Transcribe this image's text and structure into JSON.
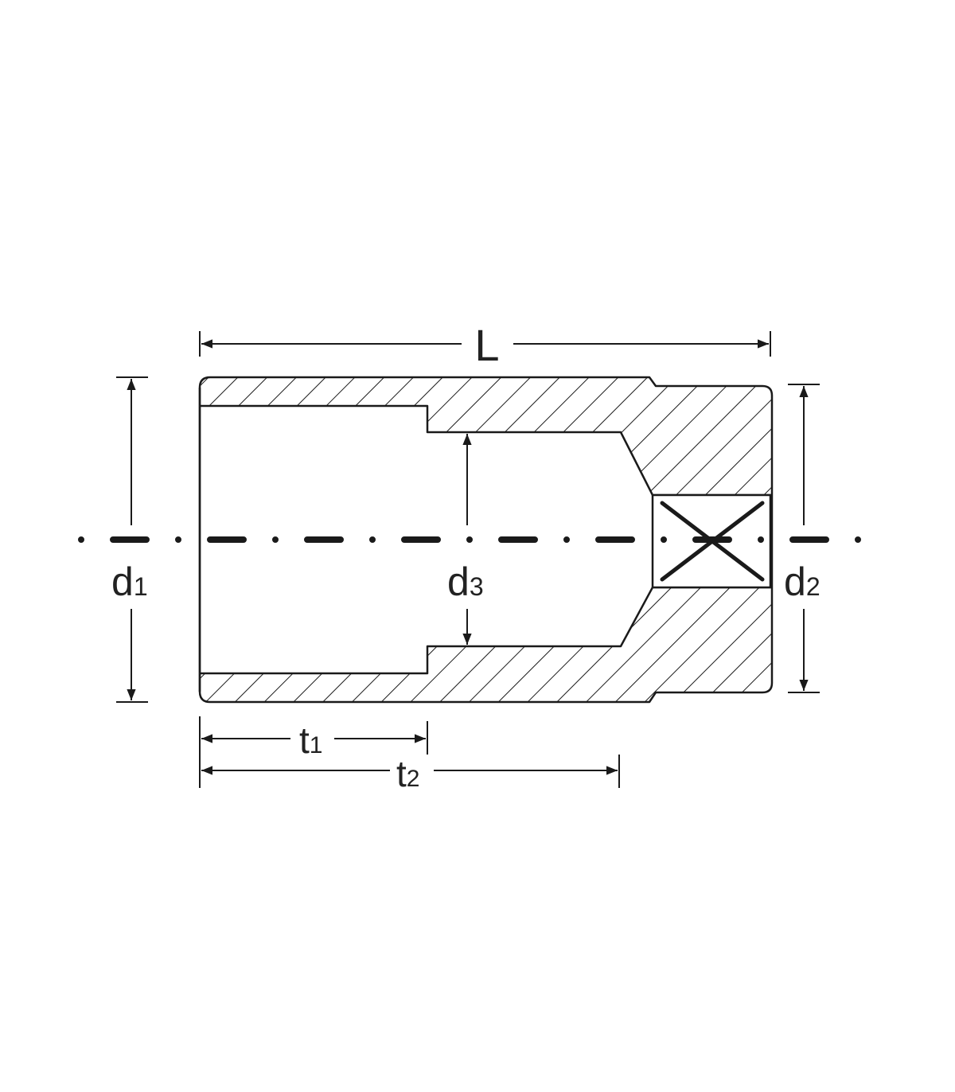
{
  "title": "Deep socket cross-section dimension drawing",
  "labels": {
    "L": "L",
    "d1": "d",
    "d1_sub": "1",
    "d2": "d",
    "d2_sub": "2",
    "d3": "d",
    "d3_sub": "3",
    "t1": "t",
    "t1_sub": "1",
    "t2": "t",
    "t2_sub": "2"
  },
  "colors": {
    "line": "#1a1a1a",
    "background": "#ffffff"
  }
}
